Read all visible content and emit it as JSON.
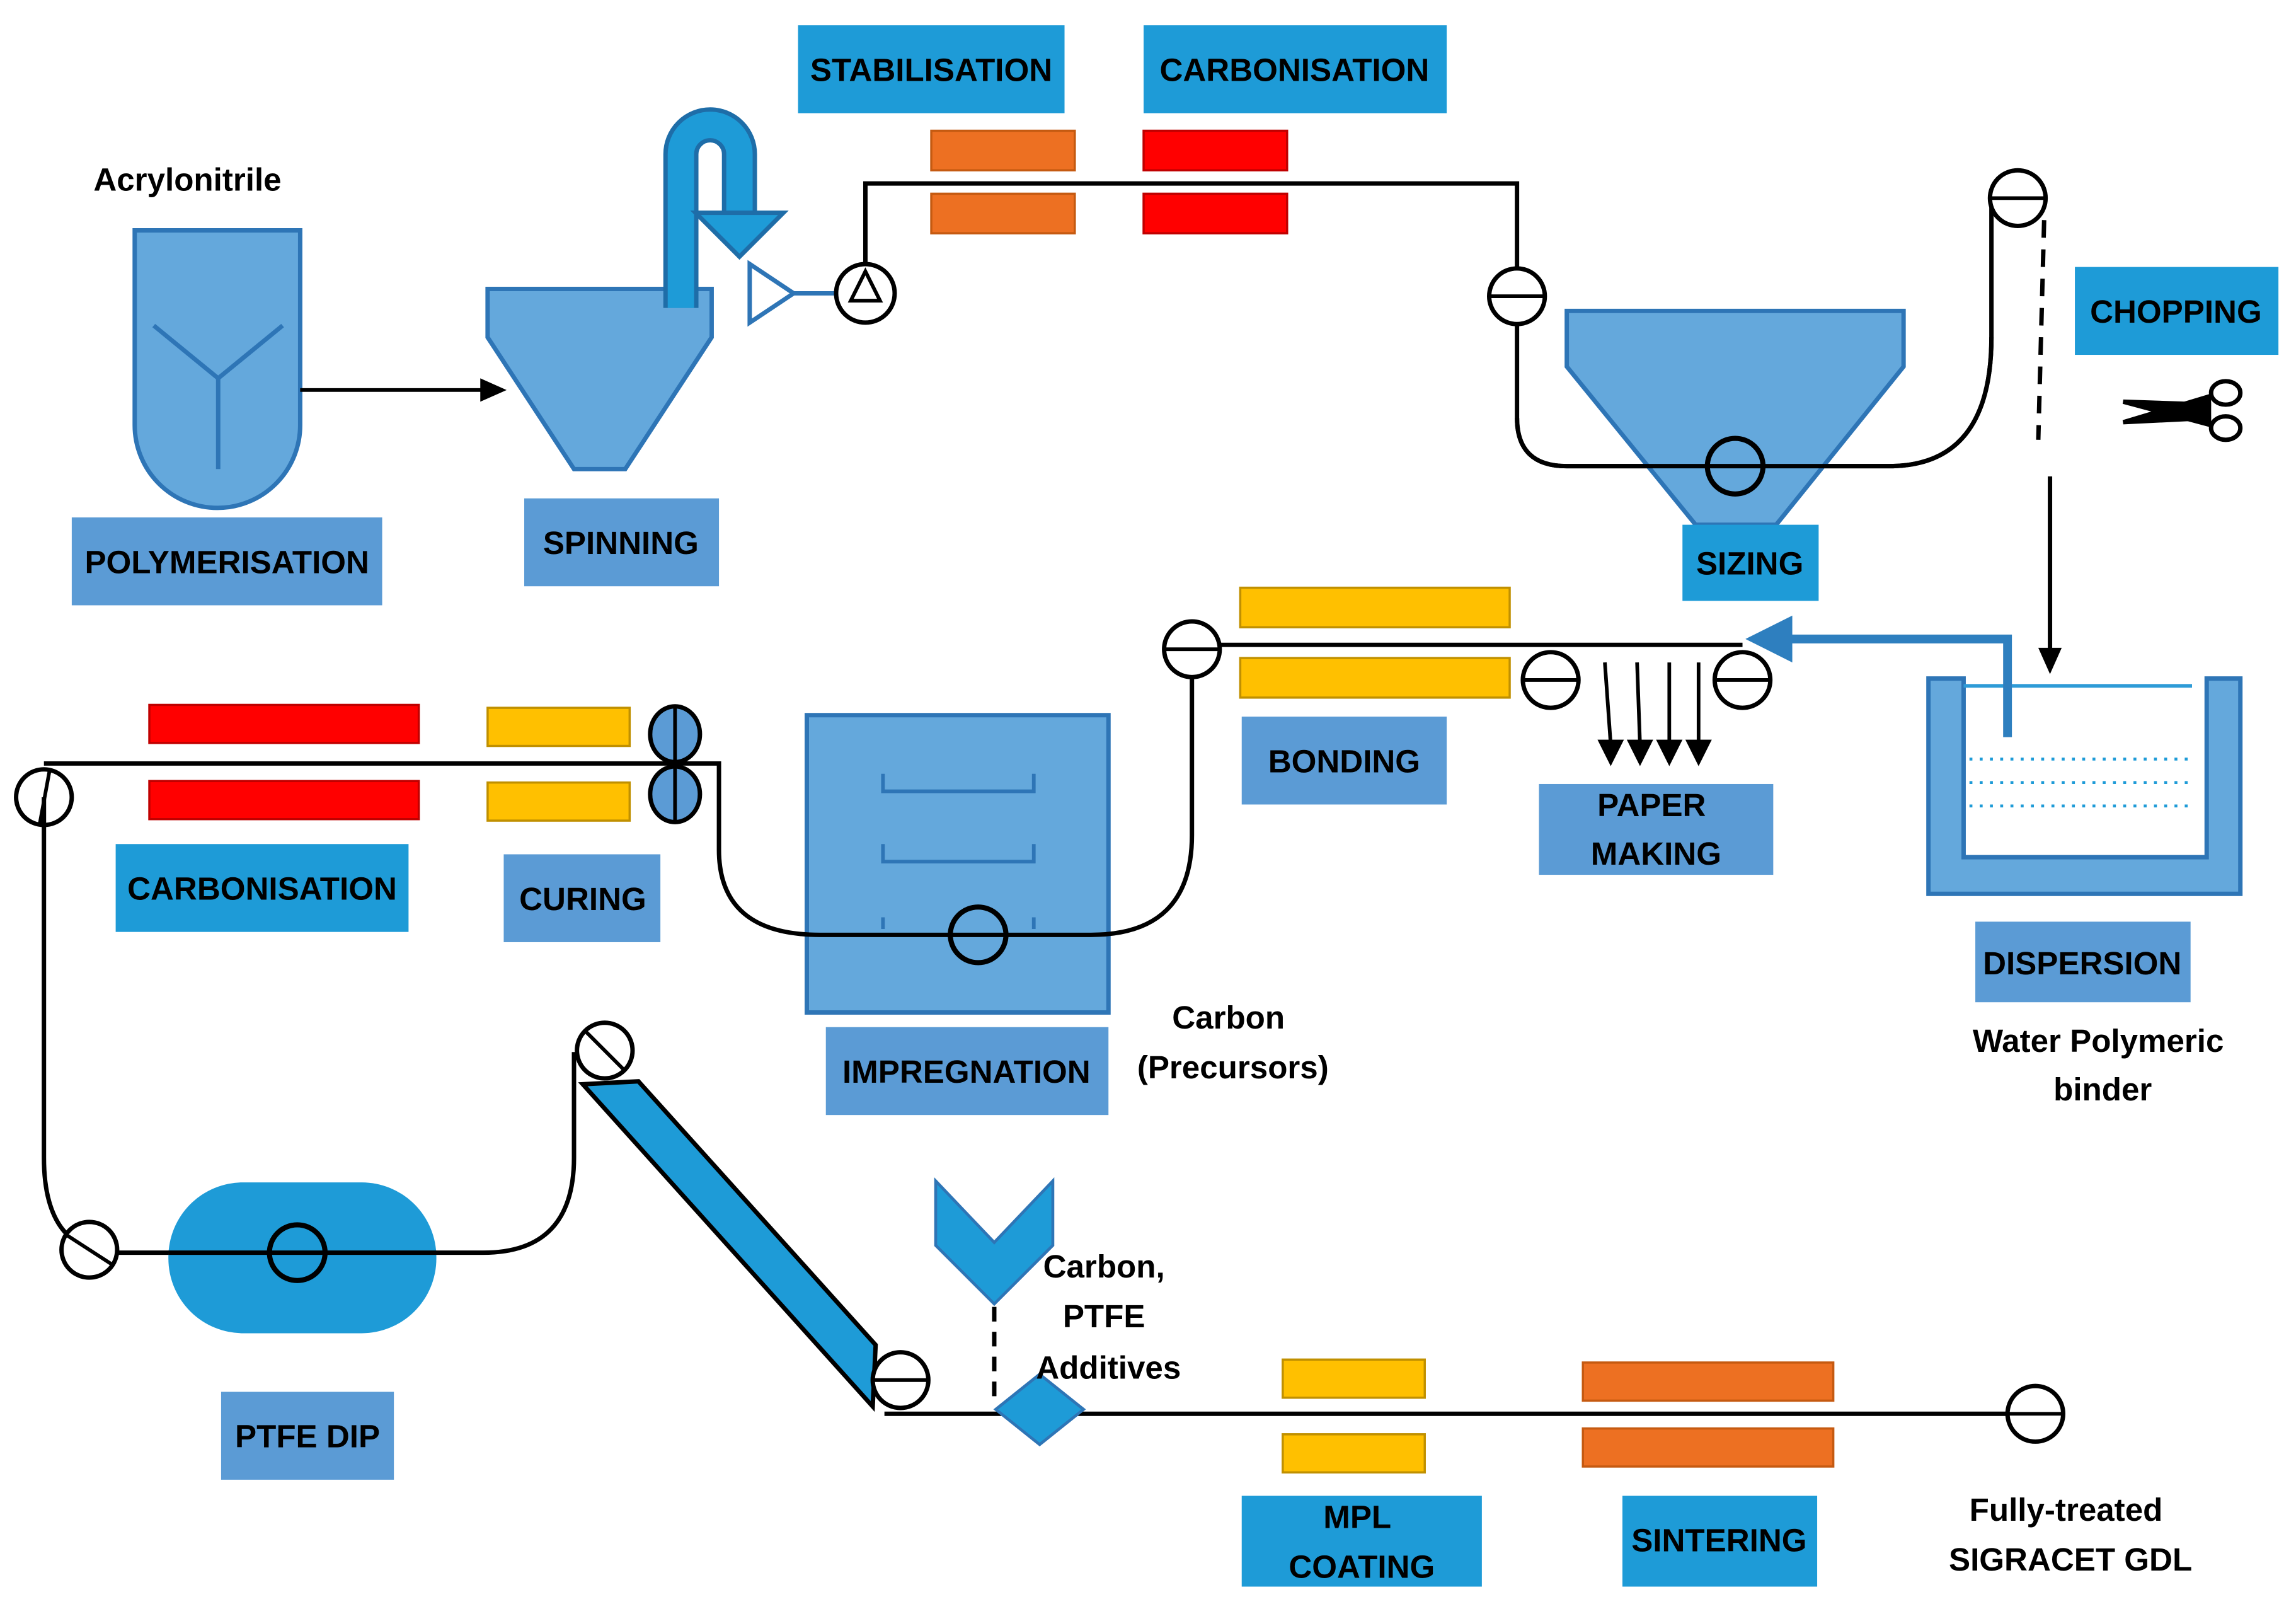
{
  "colors": {
    "label_dark": "#1E9BD7",
    "label_mid": "#5B9BD5",
    "vessel": "#64A8DC",
    "vessel_stroke": "#2E75B6",
    "heater_orange": "#ED7022",
    "heater_red": "#FF0000",
    "heater_yellow": "#FFC000",
    "ptfe_blue": "#1E9BD7",
    "line": "#000000",
    "text": "#000000"
  },
  "labels": {
    "polymerisation": "POLYMERISATION",
    "spinning": "SPINNING",
    "stabilisation": "STABILISATION",
    "carbonisation_top": "CARBONISATION",
    "chopping": "CHOPPING",
    "sizing": "SIZING",
    "bonding": "BONDING",
    "paper_making": [
      "PAPER",
      "MAKING"
    ],
    "dispersion": "DISPERSION",
    "carbonisation_mid": "CARBONISATION",
    "curing": "CURING",
    "impregnation": "IMPREGNATION",
    "ptfe_dip": "PTFE DIP",
    "mpl_coating": [
      "MPL",
      "COATING"
    ],
    "sintering": "SINTERING"
  },
  "annotations": {
    "acrylonitrile": "Acrylonitrile",
    "carbon_precursors": [
      "Carbon",
      "(Precursors)"
    ],
    "water_binder": [
      "Water Polymeric",
      "binder"
    ],
    "carbon_ptfe_additives": [
      "Carbon,",
      "PTFE",
      "Additives"
    ],
    "final_product": [
      "Fully-treated",
      "SIGRACET GDL"
    ]
  },
  "icons": [
    "scissors-icon",
    "roller-icon",
    "arrow-icon",
    "hopper-icon",
    "dispenser-icon"
  ]
}
